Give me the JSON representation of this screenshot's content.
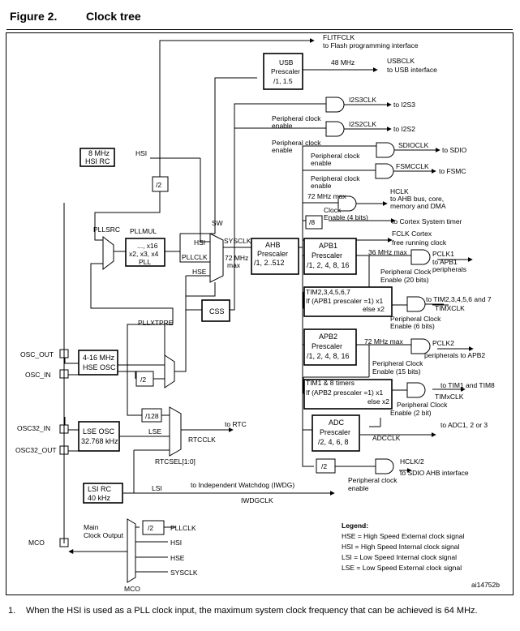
{
  "figure": {
    "number": "Figure 2.",
    "title": "Clock tree",
    "id": "ai14752b"
  },
  "footnote": {
    "number": "1.",
    "text": "When the HSI is used as a PLL clock input, the maximum system clock frequency that can be achieved is 64 MHz."
  },
  "legend": {
    "title": "Legend:",
    "items": [
      "HSE = High Speed External clock signal",
      "HSI = High Speed Internal clock signal",
      "LSI = Low Speed Internal clock signal",
      "LSE = Low Speed External clock signal"
    ]
  },
  "pins": {
    "osc_out": "OSC_OUT",
    "osc_in": "OSC_IN",
    "osc32_in": "OSC32_IN",
    "osc32_out": "OSC32_OUT",
    "mco": "MCO"
  },
  "blocks": {
    "hsi_rc": [
      "8 MHz",
      "HSI RC"
    ],
    "hse_osc": [
      "4-16 MHz",
      "HSE OSC"
    ],
    "lse_osc": [
      "LSE OSC",
      "32.768 kHz"
    ],
    "lsi_rc": [
      "LSI RC",
      "40 kHz"
    ],
    "pll": [
      "..., x16",
      "x2, x3, x4",
      "PLL"
    ],
    "usb_prescaler": [
      "USB",
      "Prescaler",
      "/1, 1.5"
    ],
    "ahb_prescaler": [
      "AHB",
      "Prescaler",
      "/1, 2..512"
    ],
    "apb1_prescaler": [
      "APB1",
      "Prescaler",
      "/1, 2, 4, 8, 16"
    ],
    "apb2_prescaler": [
      "APB2",
      "Prescaler",
      "/1, 2, 4, 8, 16"
    ],
    "adc_prescaler": [
      "ADC",
      "Prescaler",
      "/2, 4, 6, 8"
    ],
    "css": "CSS",
    "div2_hsi": "/2",
    "div2_hse": "/2",
    "div128": "/128",
    "div8": "/8",
    "div2_sdio": "/2",
    "div2_mco": "/2",
    "tim2_box": [
      "TIM2,3,4,5,6,7",
      "If (APB1 prescaler =1) x1",
      "else  x2"
    ],
    "tim1_box": [
      "TIM1 & 8 timers",
      "If (APB2 prescaler =1) x1",
      "else x2"
    ]
  },
  "labels": {
    "flitfclk": [
      "FLITFCLK",
      "to Flash programming interface"
    ],
    "usb_48mhz": "48 MHz",
    "usbclk": [
      "USBCLK",
      "to USB interface"
    ],
    "i2s3clk": "I2S3CLK",
    "to_i2s3": "to I2S3",
    "i2s2clk": "I2S2CLK",
    "to_i2s2": "to I2S2",
    "sdioclk": "SDIOCLK",
    "to_sdio": "to SDIO",
    "fsmcclk": "FSMCCLK",
    "to_fsmc": "to FSMC",
    "periph_enable": [
      "Peripheral clock",
      "enable"
    ],
    "hclk_max": "72 MHz max",
    "hclk": [
      "HCLK",
      "to AHB bus, core,",
      "memory and DMA"
    ],
    "clock_enable": [
      "Clock",
      "Enable (4 bits)"
    ],
    "to_systimer": "to Cortex System timer",
    "fclk": [
      "FCLK Cortex",
      "free running clock"
    ],
    "hsi": "HSI",
    "pllsrc": "PLLSRC",
    "pllmul": "PLLMUL",
    "sw": "SW",
    "sysclk": "SYSCLK",
    "sysclk_max": [
      "72 MHz",
      "max"
    ],
    "pllclk": "PLLCLK",
    "hse": "HSE",
    "apb1_max": "36 MHz max",
    "pclk1": [
      "PCLK1",
      "to APB1",
      "peripherals"
    ],
    "pce20": [
      "Peripheral Clock",
      "Enable (20 bits)"
    ],
    "timxclk": "TIMXCLK",
    "to_tim2": "to TIM2,3,4,5,6 and 7",
    "pce6": [
      "Peripheral Clock",
      "Enable (6 bits)"
    ],
    "apb2_max": "72 MHz max",
    "pclk2": [
      "PCLK2",
      "peripherals to APB2"
    ],
    "pce15": [
      "Peripheral Clock",
      "Enable (15 bits)"
    ],
    "to_tim1": "to TIM1 and TIM8",
    "timxclk2": "TIMxCLK",
    "pce2": [
      "Peripheral Clock",
      "Enable (2 bit)"
    ],
    "to_adc": "to ADC1, 2 or 3",
    "adcclk": "ADCCLK",
    "hclk2": [
      "HCLK/2",
      "to SDIO AHB interface"
    ],
    "pllxtpre": "PLLXTPRE",
    "lse": "LSE",
    "to_rtc": "to RTC",
    "rtcclk": "RTCCLK",
    "rtcsel": "RTCSEL[1:0]",
    "lsi": "LSI",
    "to_iwdg": "to Independent Watchdog (IWDG)",
    "iwdgclk": "IWDGCLK",
    "main_clock_output": [
      "Main",
      "Clock Output"
    ],
    "mco_pllclk": "PLLCLK",
    "mco_hsi": "HSI",
    "mco_hse": "HSE",
    "mco_sysclk": "SYSCLK",
    "mco_mux": "MCO"
  }
}
